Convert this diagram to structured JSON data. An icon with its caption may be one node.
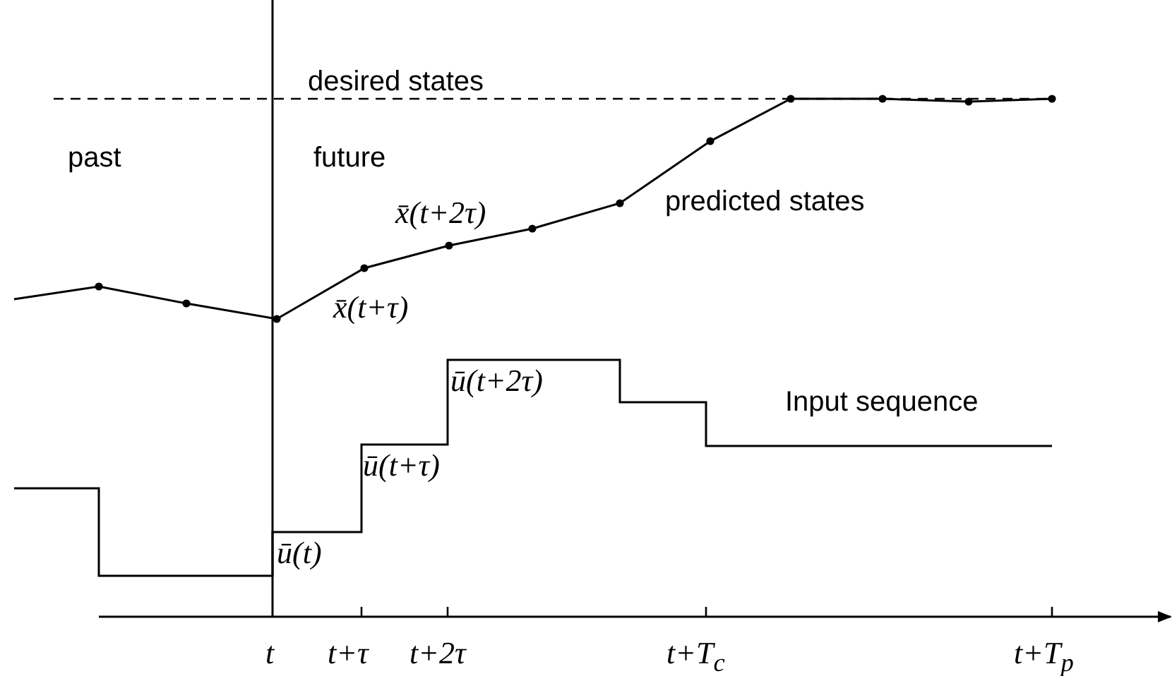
{
  "diagram": {
    "labels": [
      "desired states",
      "past",
      "future",
      "x̄(t+2τ)",
      "predicted states",
      "x̄(t+τ)",
      "ū(t+2τ)",
      "Input sequence",
      "ū(t+τ)",
      "ū(t)",
      "t",
      "t+τ",
      "t+2τ",
      "t+T$_{c}$",
      "t+T$_{p}$"
    ]
  }
}
